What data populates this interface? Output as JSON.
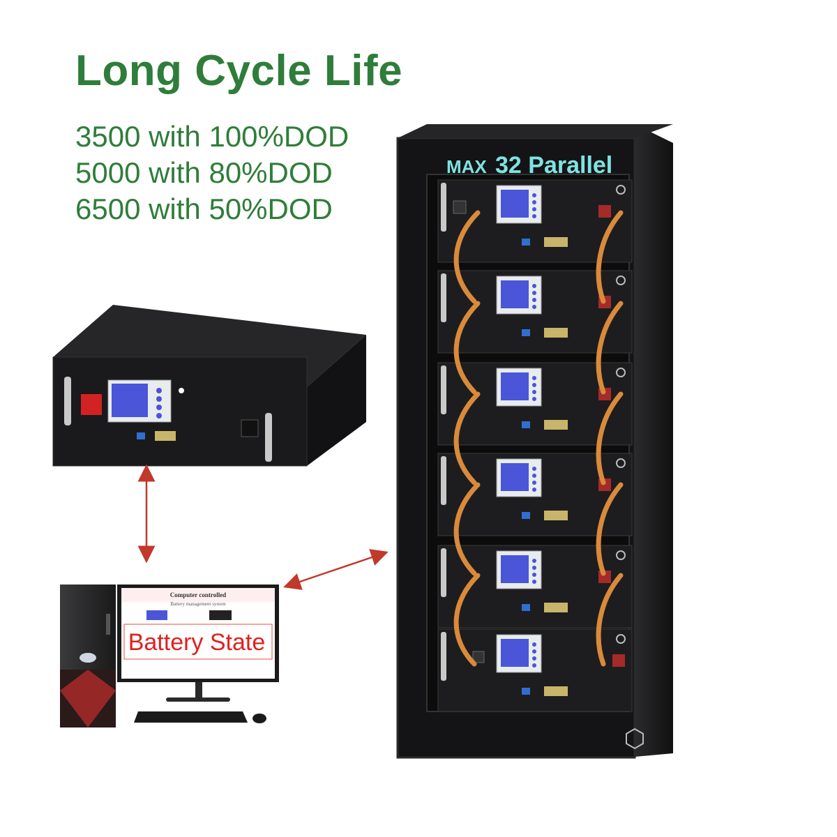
{
  "headline": "Long Cycle Life",
  "specs": [
    "3500 with 100%DOD",
    "5000 with 80%DOD",
    "6500 with 50%DOD"
  ],
  "cabinet": {
    "banner_prefix": "MAX",
    "banner_main": "32 Parallel",
    "module_count": 6,
    "brand_icon": "hexagon-logo-icon"
  },
  "computer": {
    "screen_heading": "Computer controlled",
    "screen_subheading": "Battery management system",
    "screen_overlay": "Battery State"
  },
  "colors": {
    "headline": "#2f7d3a",
    "banner": "#7fe3e0",
    "cable": "#d98a3a",
    "arrow": "#c0392b",
    "lcd": "#4a55d8",
    "metal": "#1c1c1e"
  }
}
